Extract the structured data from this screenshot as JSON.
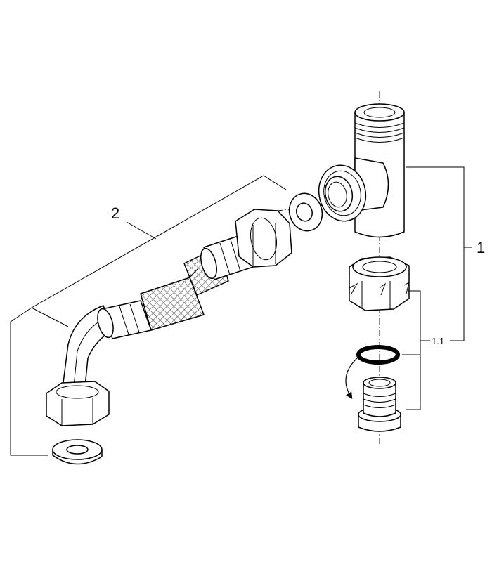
{
  "callouts": {
    "hose_assembly": "2",
    "tee_assembly": "1",
    "connector_set": "1.1"
  }
}
